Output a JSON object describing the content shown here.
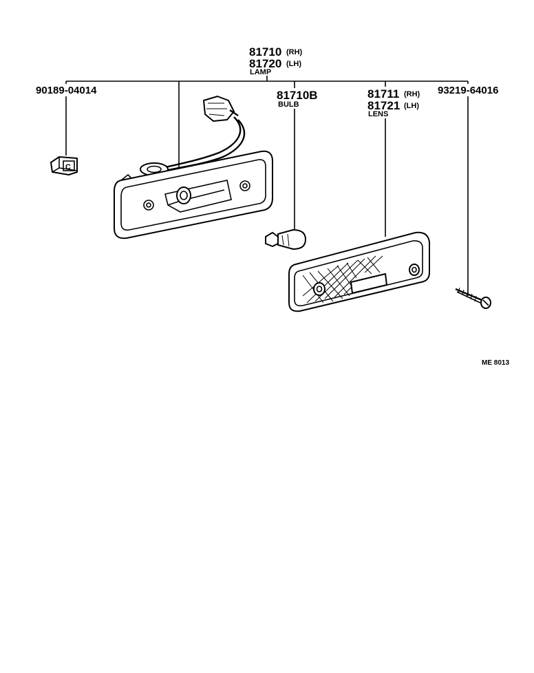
{
  "callouts": {
    "lamp": {
      "part_rh": "81710",
      "suffix_rh": "(RH)",
      "part_lh": "81720",
      "suffix_lh": "(LH)",
      "name": "LAMP"
    },
    "clip": {
      "part": "90189-04014"
    },
    "bulb": {
      "part": "81710B",
      "name": "BULB"
    },
    "lens": {
      "part_rh": "81711",
      "suffix_rh": "(RH)",
      "part_lh": "81721",
      "suffix_lh": "(LH)",
      "name": "LENS"
    },
    "screw": {
      "part": "93219-64016"
    }
  },
  "clip_letter": "C",
  "diagram_code": "ME 8013"
}
